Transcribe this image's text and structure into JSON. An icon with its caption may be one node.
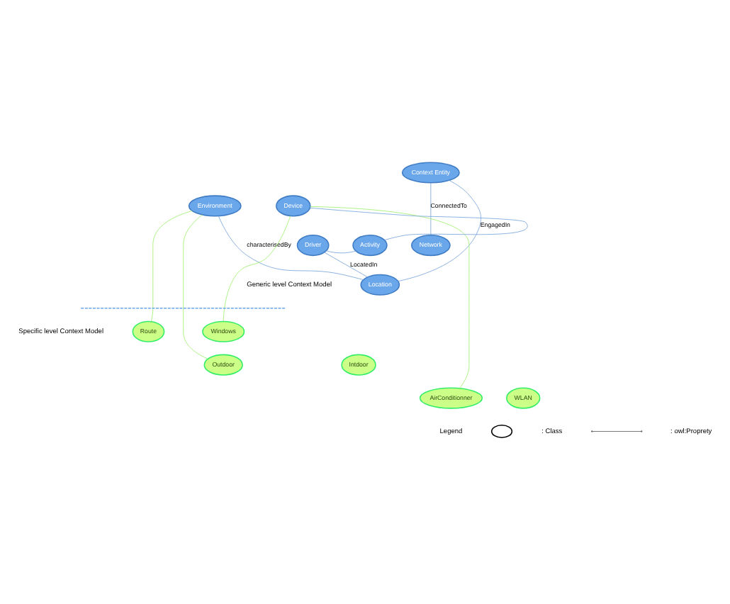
{
  "diagram": {
    "nodes": [
      {
        "text": [
          "Context Entity"
        ]
      },
      {
        "text": [
          "Environment"
        ]
      },
      {
        "text": [
          "Device"
        ]
      },
      {
        "text": [
          "Driver"
        ]
      },
      {
        "text": [
          "Activity"
        ]
      },
      {
        "text": [
          "Network"
        ]
      },
      {
        "text": [
          "Location"
        ]
      },
      {
        "text": [
          "Route"
        ]
      },
      {
        "text": [
          "Windows"
        ]
      },
      {
        "text": [
          "Outdoor"
        ]
      },
      {
        "text": [
          "Intdoor"
        ]
      },
      {
        "text": [
          "AirConditionner"
        ]
      },
      {
        "text": [
          "WLAN"
        ]
      }
    ],
    "edges": [
      {
        "from": 0,
        "to": 5,
        "arrow": "none",
        "label": "ConnectedTo"
      },
      {
        "from": 1,
        "to": 6,
        "arrow": "none",
        "label": "characterisedBy"
      },
      {
        "from": 0,
        "to": 6,
        "arrow": "none",
        "label": "EngagedIn"
      },
      {
        "from": 3,
        "to": 6,
        "arrow": "none",
        "label": "LocatedIn"
      },
      {
        "from": 3,
        "to": 4,
        "arrow": "none"
      },
      {
        "from": 4,
        "to": 2,
        "arrow": "none"
      },
      {
        "from": 1,
        "to": 7,
        "arrow": "none",
        "color": "#99ee66"
      },
      {
        "from": 1,
        "to": 9,
        "arrow": "none",
        "color": "#99ee66"
      },
      {
        "from": 2,
        "to": 8,
        "arrow": "none",
        "color": "#99ee66"
      },
      {
        "from": 2,
        "to": 11,
        "arrow": "none",
        "color": "#99ee66"
      }
    ],
    "labels": [
      "Generic level Context Model",
      "Specific level Context Model",
      "Legend"
    ],
    "legend": [
      {
        "text": ": Class"
      },
      {
        "text": ": owl:Proprety"
      }
    ]
  }
}
